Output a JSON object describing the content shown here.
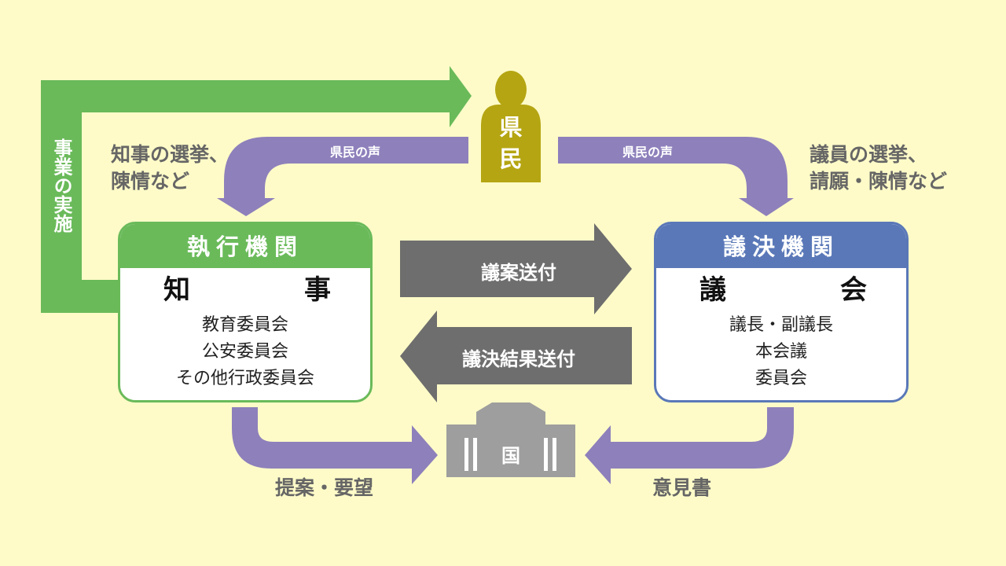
{
  "colors": {
    "background": "#fefbc8",
    "executive_green": "#6aba5a",
    "legislative_blue": "#5a78b8",
    "voice_purple": "#8e80bb",
    "citizen_olive": "#b5a512",
    "transfer_gray": "#6e6e6e",
    "nation_gray": "#9e9e9e",
    "label_gray": "#666666"
  },
  "citizens": {
    "label_line1": "県",
    "label_line2": "民",
    "icon": "person-icon"
  },
  "business_arrow": {
    "label": "事業の実施"
  },
  "voice_left": {
    "label": "県民の声",
    "annotation_line1": "知事の選挙、",
    "annotation_line2": "陳情など"
  },
  "voice_right": {
    "label": "県民の声",
    "annotation_line1": "議員の選挙、",
    "annotation_line2": "請願・陳情など"
  },
  "executive": {
    "header": "執行機関",
    "main_left": "知",
    "main_right": "事",
    "members": [
      "教育委員会",
      "公安委員会",
      "その他行政委員会"
    ]
  },
  "legislative": {
    "header": "議決機関",
    "main_left": "議",
    "main_right": "会",
    "members": [
      "議長・副議長",
      "本会議",
      "委員会"
    ]
  },
  "transfers": {
    "bill_sent": "議案送付",
    "result_sent": "議決結果送付"
  },
  "nation": {
    "label": "国",
    "icon": "government-building-icon",
    "from_executive": "提案・要望",
    "from_legislative": "意見書"
  }
}
